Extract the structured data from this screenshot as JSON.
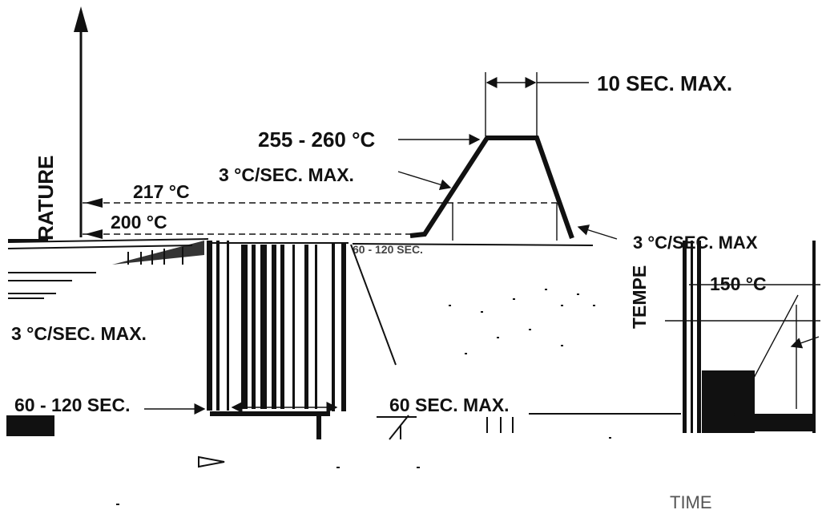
{
  "diagram": {
    "labels": {
      "peak_dwell": "10 SEC. MAX.",
      "peak_temp": "255 - 260 °C",
      "ramp_up": "3 °C/SEC. MAX.",
      "temp_217": "217 °C",
      "temp_200": "200 °C",
      "y_axis_fragment": "RATURE",
      "y_axis_fragment_2": "TEMPE",
      "ramp_down_fragment": "3 °C/SEC. MAX.",
      "ramp_down_right": "3 °C/SEC. MAX",
      "temp_150": "150 °C",
      "soak_time": "60 - 120 SEC.",
      "above_liquidus": "60 SEC. MAX.",
      "x_axis": "TIME"
    }
  }
}
